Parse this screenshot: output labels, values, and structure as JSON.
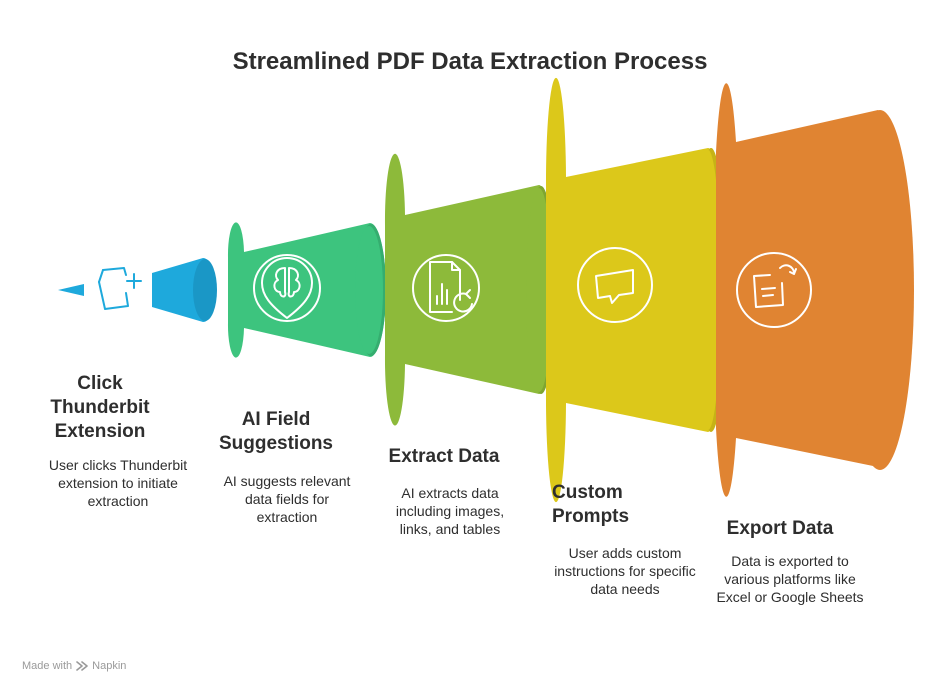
{
  "title": "Streamlined PDF Data Extraction Process",
  "colors": {
    "step1": "#1ea9dc",
    "step2": "#3dc47e",
    "step3": "#8dba3a",
    "step4": "#dcc81a",
    "step5": "#e08432"
  },
  "steps": [
    {
      "title": "Click Thunderbit Extension",
      "description": "User clicks Thunderbit extension to initiate extraction",
      "icon": "add-window-icon"
    },
    {
      "title": "AI Field Suggestions",
      "description": "AI suggests relevant data fields for extraction",
      "icon": "brain-icon"
    },
    {
      "title": "Extract Data",
      "description": "AI extracts data including images, links, and tables",
      "icon": "chart-refresh-icon"
    },
    {
      "title": "Custom Prompts",
      "description": "User adds custom instructions for specific data needs",
      "icon": "chat-bubble-icon"
    },
    {
      "title": "Export Data",
      "description": "Data is exported to various platforms like Excel or Google Sheets",
      "icon": "document-export-icon"
    }
  ],
  "footer": {
    "made_with": "Made with",
    "brand": "Napkin"
  }
}
